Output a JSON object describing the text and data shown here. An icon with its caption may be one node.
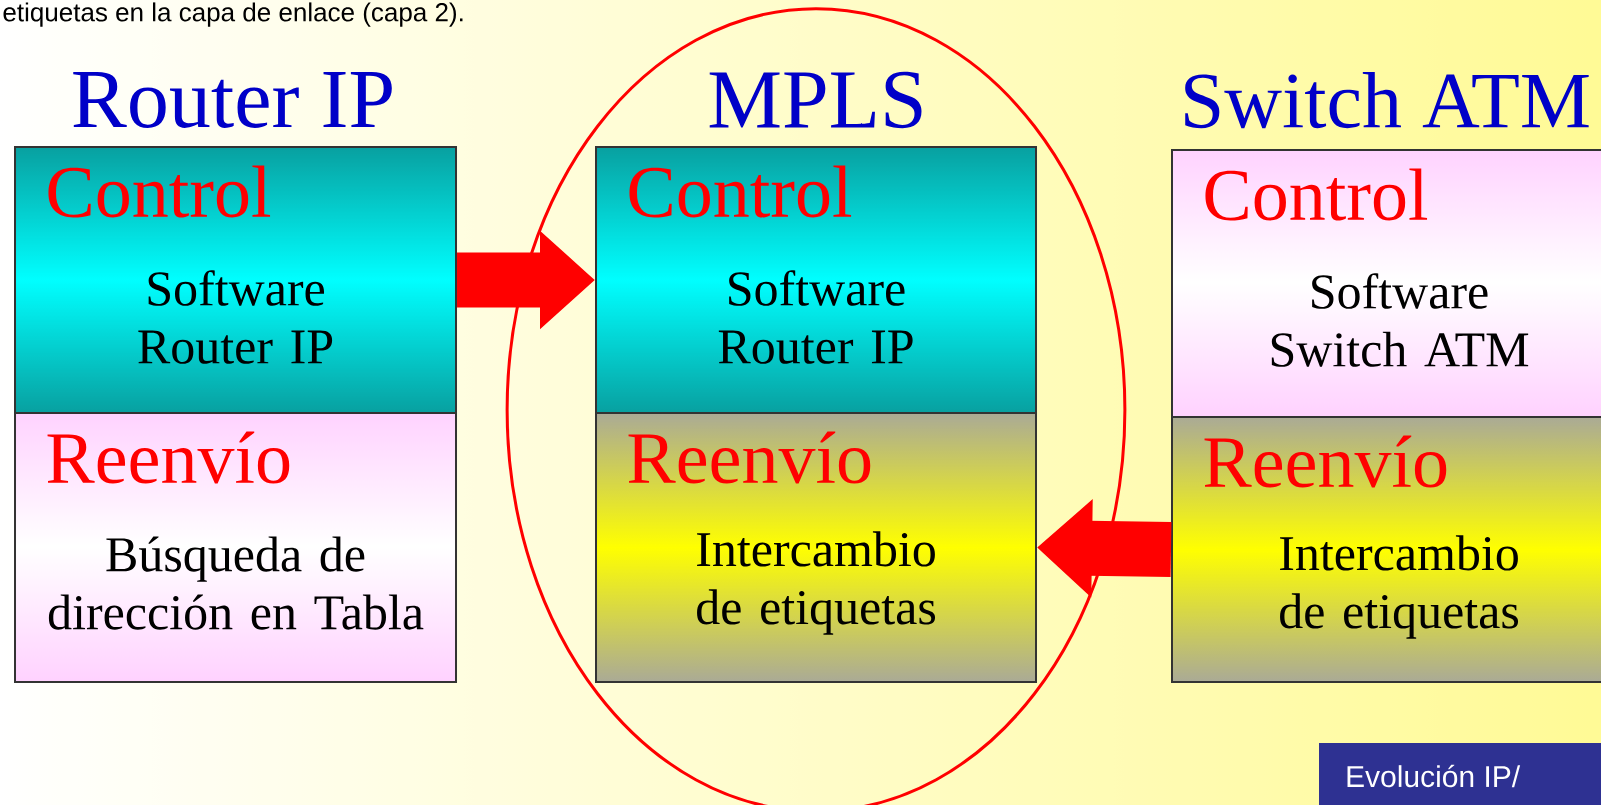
{
  "diagram": {
    "nodes": [
      {
        "text": [
          "Control",
          "Software Router IP"
        ]
      },
      {
        "text": [
          "Reenvío",
          "Búsqueda de dirección en Tabla"
        ]
      },
      {
        "text": [
          "MPLS"
        ]
      },
      {
        "text": [
          "Control",
          "Software Router IP"
        ],
        "in": 2
      },
      {
        "text": [
          "Reenvío",
          "Intercambio de etiquetas"
        ],
        "in": 2
      },
      {
        "text": [
          "Control",
          "Software Switch ATM"
        ]
      },
      {
        "text": [
          "Reenvío",
          "Intercambio de etiquetas"
        ]
      }
    ],
    "edges": [
      {
        "from": 0,
        "to": 3,
        "arrow": "to"
      },
      {
        "from": 6,
        "to": 4,
        "arrow": "to"
      }
    ],
    "labels": [
      "etiquetas en la capa de enlace (capa 2).",
      "Router IP",
      "Switch ATM",
      "Evolución IP/"
    ]
  }
}
